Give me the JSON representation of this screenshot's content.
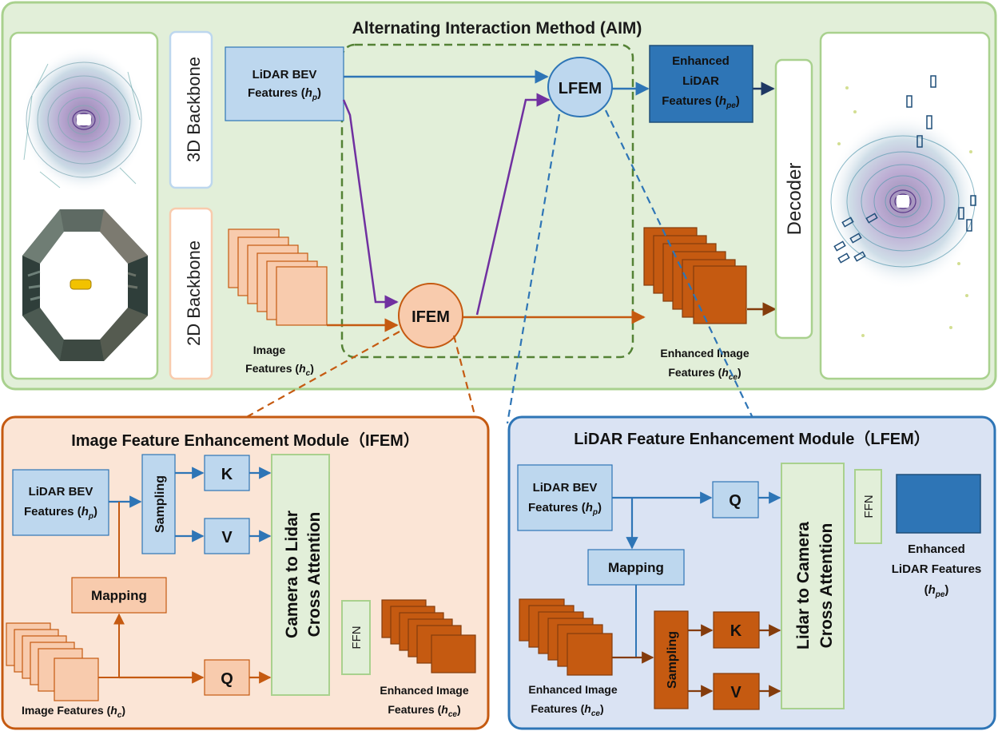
{
  "aim": {
    "title": "Alternating Interaction Method (AIM)",
    "backbone_3d": "3D Backbone",
    "backbone_2d": "2D Backbone",
    "lidar_bev": {
      "line1": "LiDAR BEV",
      "line2": "Features (",
      "sym": "h",
      "sub": "p",
      "close": ")"
    },
    "lfem": "LFEM",
    "ifem": "IFEM",
    "enh_lidar": {
      "line1": "Enhanced",
      "line2": "LiDAR",
      "line3": "Features (",
      "sym": "h",
      "sub": "pe",
      "close": ")"
    },
    "image_feat": {
      "line1": "Image",
      "line2": "Features  (",
      "sym": "h",
      "sub": "c",
      "close": ")"
    },
    "enh_image": {
      "line1": "Enhanced Image",
      "line2": "Features (",
      "sym": "h",
      "sub": "ce",
      "close": ")"
    },
    "decoder": "Decoder"
  },
  "ifem_panel": {
    "title": "Image Feature Enhancement Module（IFEM）",
    "lidar_bev": {
      "line1": "LiDAR BEV",
      "line2": "Features (",
      "sym": "h",
      "sub": "p",
      "close": ")"
    },
    "sampling": "Sampling",
    "k": "K",
    "v": "V",
    "q": "Q",
    "mapping": "Mapping",
    "attention": {
      "line1": "Camera to Lidar",
      "line2": "Cross Attention"
    },
    "ffn": "FFN",
    "image_feat": {
      "line1": "Image Features (",
      "sym": "h",
      "sub": "c",
      "close": ")"
    },
    "enh_image": {
      "line1": "Enhanced Image",
      "line2": "Features  (",
      "sym": "h",
      "sub": "ce",
      "close": ")"
    }
  },
  "lfem_panel": {
    "title": "LiDAR Feature Enhancement Module（LFEM）",
    "lidar_bev": {
      "line1": "LiDAR BEV",
      "line2": "Features (",
      "sym": "h",
      "sub": "p",
      "close": ")"
    },
    "q": "Q",
    "mapping": "Mapping",
    "sampling": "Sampling",
    "k": "K",
    "v": "V",
    "attention": {
      "line1": "Lidar to Camera",
      "line2": "Cross Attention"
    },
    "ffn": "FFN",
    "enh_lidar": {
      "line1": "Enhanced",
      "line2": "LiDAR Features",
      "line3": "(",
      "sym": "h",
      "sub": "pe",
      "close": ")"
    },
    "enh_image": {
      "line1": "Enhanced Image",
      "line2": "Features (",
      "sym": "h",
      "sub": "ce",
      "close": ")"
    }
  },
  "colors": {
    "aim_bg": "#e2efd9",
    "aim_border": "#a9d18e",
    "ifem_bg": "#fbe5d6",
    "ifem_border": "#c55a11",
    "lfem_bg": "#dae3f3",
    "lfem_border": "#2e75b6",
    "blue_box": "#bdd7ee",
    "blue_line": "#2e75b6",
    "orange_light": "#f8cbad",
    "orange_dark": "#c55a11",
    "purple": "#7030a0",
    "green_dash": "#548235"
  }
}
